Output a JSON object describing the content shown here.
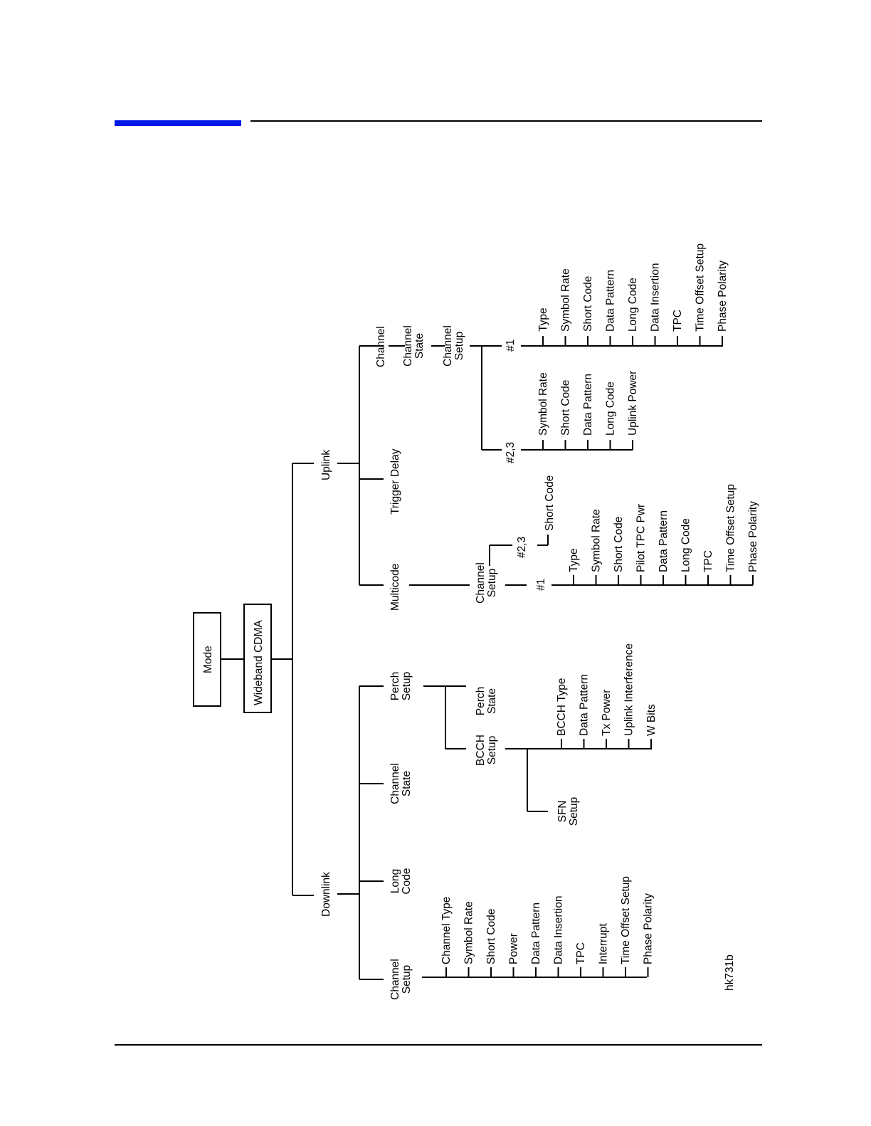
{
  "colors": {
    "accent": "#0019e6",
    "line": "#000000"
  },
  "diagram": {
    "root": "Mode",
    "format": "Wideband CDMA",
    "downlink": {
      "label": "Downlink",
      "channel_setup": {
        "label": "Channel\nSetup",
        "items": [
          "Channel Type",
          "Symbol Rate",
          "Short Code",
          "Power",
          "Data Pattern",
          "Data Insertion",
          "TPC",
          "Interrupt",
          "Time Offset Setup",
          "Phase Polarity"
        ]
      },
      "long_code": "Long\nCode",
      "channel_state": "Channel\nState",
      "perch_setup": {
        "label": "Perch\nSetup",
        "perch_state": "Perch\nState",
        "bcch_setup": {
          "label": "BCCH\nSetup",
          "items": [
            "BCCH Type",
            "Data Pattern",
            "Tx Power",
            "Uplink Interference",
            "W Bits"
          ],
          "sfn_setup": "SFN\nSetup"
        }
      }
    },
    "uplink": {
      "label": "Uplink",
      "multicode": {
        "label": "Multicode",
        "channel_setup": "Channel\nSetup",
        "ch23": {
          "label": "#2,3",
          "items": [
            "Short Code"
          ]
        },
        "ch1": {
          "label": "#1",
          "items": [
            "Type",
            "Symbol Rate",
            "Short Code",
            "Pilot TPC Pwr",
            "Data Pattern",
            "Long Code",
            "TPC",
            "Time Offset Setup",
            "Phase Polarity"
          ]
        }
      },
      "trigger_delay": "Trigger Delay",
      "channel": {
        "label": "Channel",
        "channel_state": "Channel\nState",
        "channel_setup": "Channel\nSetup",
        "ch23": {
          "label": "#2,3",
          "items": [
            "Symbol Rate",
            "Short Code",
            "Data Pattern",
            "Long Code",
            "Uplink Power"
          ]
        },
        "ch1": {
          "label": "#1",
          "items": [
            "Type",
            "Symbol Rate",
            "Short Code",
            "Data Pattern",
            "Long Code",
            "Data Insertion",
            "TPC",
            "Time Offset Setup",
            "Phase Polarity"
          ]
        }
      }
    },
    "figure_id": "hk731b"
  }
}
